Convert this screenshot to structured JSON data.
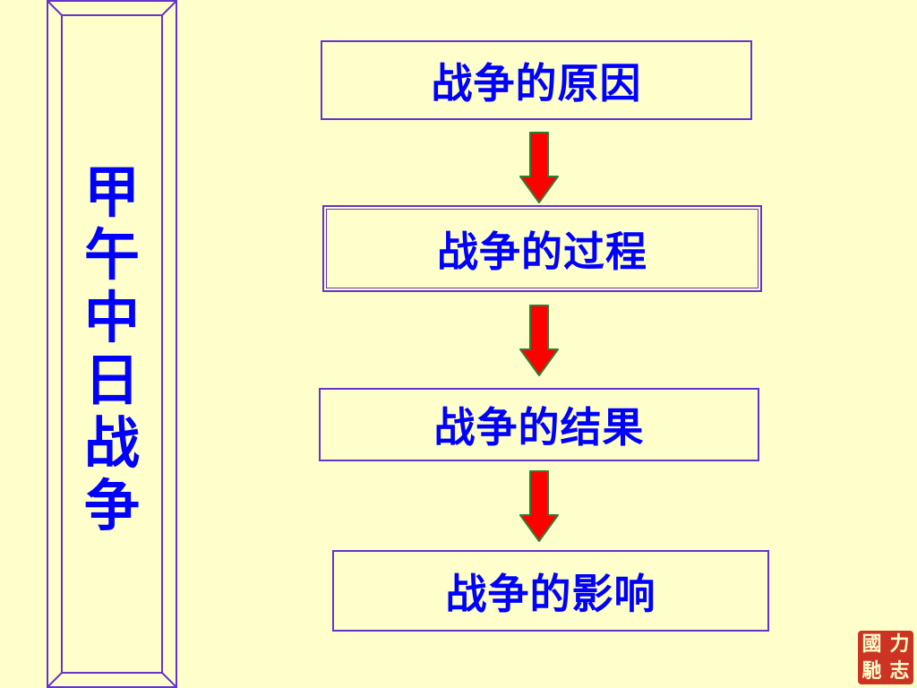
{
  "title": {
    "chars": [
      "甲",
      "午",
      "中",
      "日",
      "战",
      "争"
    ]
  },
  "steps": [
    {
      "label": "战争的原因"
    },
    {
      "label": "战争的过程"
    },
    {
      "label": "战争的结果"
    },
    {
      "label": "战争的影响"
    }
  ],
  "seal": {
    "chars": [
      "國",
      "力",
      "馳",
      "志"
    ]
  },
  "colors": {
    "background": "#FFFFCC",
    "text": "#0000FF",
    "border": "#6633CC",
    "arrow": "#FF0000",
    "arrow_outline": "#2E7D32",
    "seal": "#CC3322"
  }
}
